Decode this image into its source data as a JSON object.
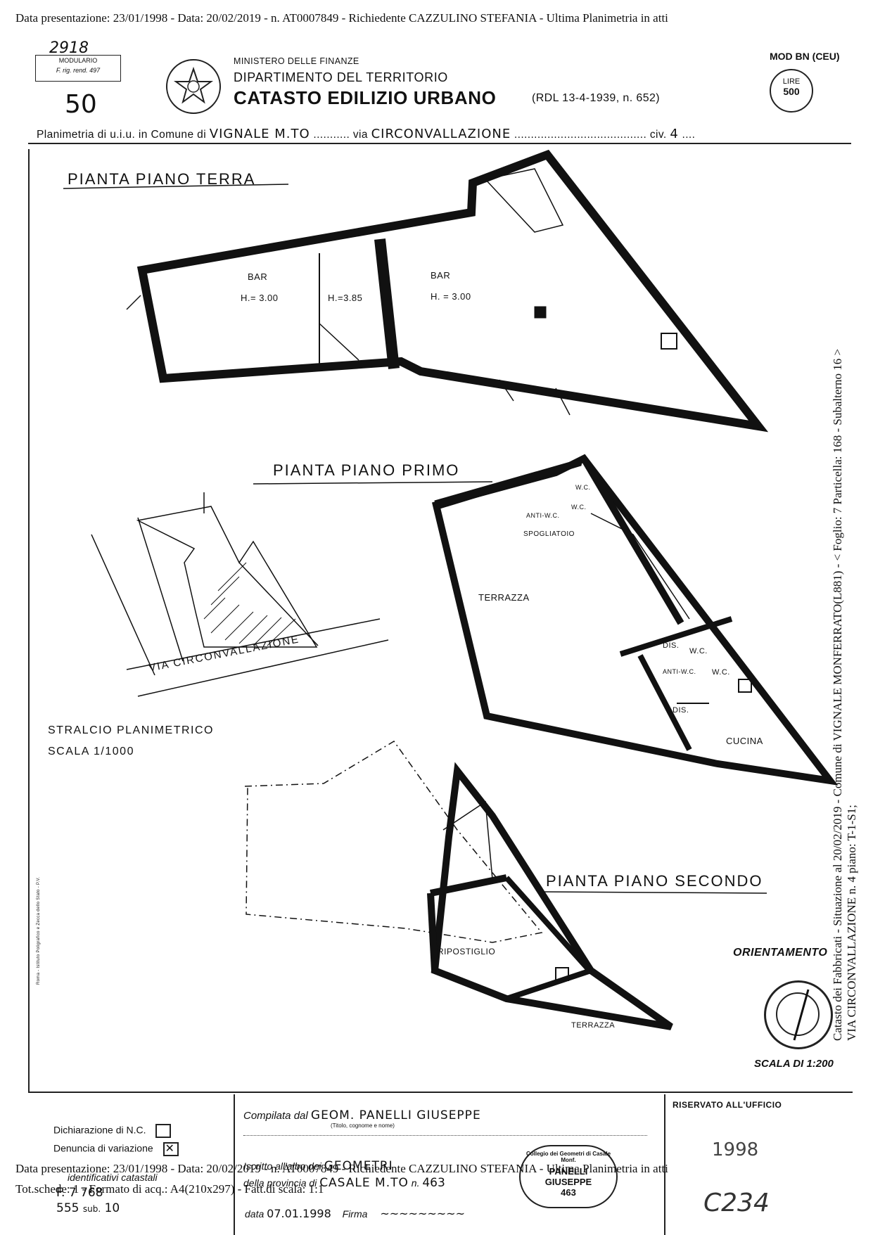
{
  "header_line": "Data presentazione: 23/01/1998 - Data: 20/02/2019 -  n. AT0007849 - Richiedente CAZZULINO STEFANIA - Ultima Planimetria in atti",
  "form": {
    "handwritten_top": "2918",
    "modulario_line1": "MODULARIO",
    "modulario_line2": "F. rig. rend. 497",
    "handwritten_number": "50",
    "ministry": "MINISTERO DELLE FINANZE",
    "department": "DIPARTIMENTO DEL TERRITORIO",
    "title": "CATASTO EDILIZIO URBANO",
    "law_ref": "(RDL 13-4-1939, n. 652)",
    "model": "MOD BN (CEU)",
    "lire_label": "LIRE",
    "lire_value": "500",
    "plan_label": "Planimetria di u.i.u. in Comune di",
    "comune": "VIGNALE M.TO",
    "via_label": "via",
    "via": "CIRCONVALLAZIONE",
    "civ_label": "civ.",
    "civ": "4"
  },
  "drawing": {
    "ground_floor_title": "PIANTA PIANO TERRA",
    "first_floor_title": "PIANTA PIANO PRIMO",
    "second_floor_title": "PIANTA PIANO SECONDO",
    "bar_left": "BAR",
    "bar_left_h": "H.= 3.00",
    "mid_h": "H.=3.85",
    "bar_right": "BAR",
    "bar_right_h": "H. = 3.00",
    "terrazza": "TERRAZZA",
    "wc1": "W.C.",
    "wc2": "W.C.",
    "antiwc_top": "ANTI-W.C.",
    "spogliatoio": "SPOGLIATOIO",
    "dis1": "DIS.",
    "wc3": "W.C.",
    "antiwc": "ANTI-W.C.",
    "wc4": "W.C.",
    "dis2": "DIS.",
    "cucina": "CUCINA",
    "ripostiglio": "RIPOSTIGLIO",
    "terrazza2": "TERRAZZA",
    "street": "VIA    CIRCONVALLAZIONE",
    "stralcio": "STRALCIO PLANIMETRICO",
    "stralcio_scale": "SCALA 1/1000",
    "orientamento": "ORIENTAMENTO",
    "scala": "SCALA DI 1:200"
  },
  "side_text_1": "Catasto dei Fabbricati - Situazione al 20/02/2019 - Comune di VIGNALE MONFERRATO(L881) - < Foglio: 7 Particella: 168 - Subalterno 16 >",
  "side_text_2": "VIA CIRCONVALLAZIONE n. 4 piano: T-1-S1;",
  "side_left": "Roma - Istituto Poligrafico e Zecca dello Stato - P.V.",
  "footer": {
    "dichiarazione": "Dichiarazione di N.C.",
    "denuncia": "Denuncia di variazione",
    "identificativi": "identificativi catastali",
    "foglio": "F. 7",
    "particella": "768",
    "sub_label": "sub.",
    "num": "555",
    "sub": "10",
    "compilata": "Compilata dal",
    "compilatore": "GEOM. PANELLI GIUSEPPE",
    "titolo_note": "(Titolo, cognome e nome)",
    "iscritto": "Iscritto all'albo dei",
    "albo": "GEOMETRI",
    "provincia_label": "della provincia di",
    "provincia": "CASALE M.TO",
    "n_label": "n.",
    "iscrizione": "463",
    "data_label": "data",
    "data": "07.01.1998",
    "firma_label": "Firma",
    "riservato": "RISERVATO ALL'UFFICIO",
    "stamp_top": "Collegio dei Geometri di Casale Monf.",
    "stamp_name1": "PANELLI",
    "stamp_name2": "GIUSEPPE",
    "stamp_num": "463",
    "hw_date": "1998",
    "hw_code": "C234",
    "dup_line1": "Data presentazione: 23/01/1998 - Data: 20/02/2019 -  n. AT0007849 - Richiedente CAZZULINO STEFANIA - Ultima Planimetria in atti",
    "dup_line2": "Tot.schede: 1 - Formato di acq.: A4(210x297) - Fatt.di scala: 1:1"
  }
}
